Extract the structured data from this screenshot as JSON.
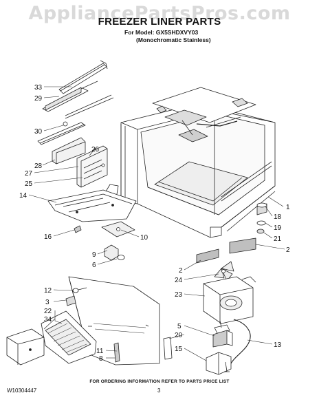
{
  "watermark": "AppliancePartsPros.com",
  "header": {
    "title": "FREEZER LINER PARTS",
    "model_line": "For Model: GX5SHDXVY03",
    "variant_line": "(Monochromatic Stainless)"
  },
  "callouts": {
    "c33": "33",
    "c29": "29",
    "c30": "30",
    "c28": "28",
    "c27": "27",
    "c25": "25",
    "c26": "26",
    "c14": "14",
    "c16": "16",
    "c10": "10",
    "c9": "9",
    "c6": "6",
    "c1": "1",
    "c18": "18",
    "c19": "19",
    "c21": "21",
    "c2a": "2",
    "c2b": "2",
    "c24": "24",
    "c23": "23",
    "c12": "12",
    "c3": "3",
    "c22": "22",
    "c34": "34",
    "c5": "5",
    "c20": "20",
    "c13": "13",
    "c11": "11",
    "c8": "8",
    "c15": "15"
  },
  "footer": {
    "ordering_note": "FOR ORDERING INFORMATION REFER TO PARTS PRICE LIST",
    "doc_number": "W10304447",
    "page_number": "3"
  }
}
